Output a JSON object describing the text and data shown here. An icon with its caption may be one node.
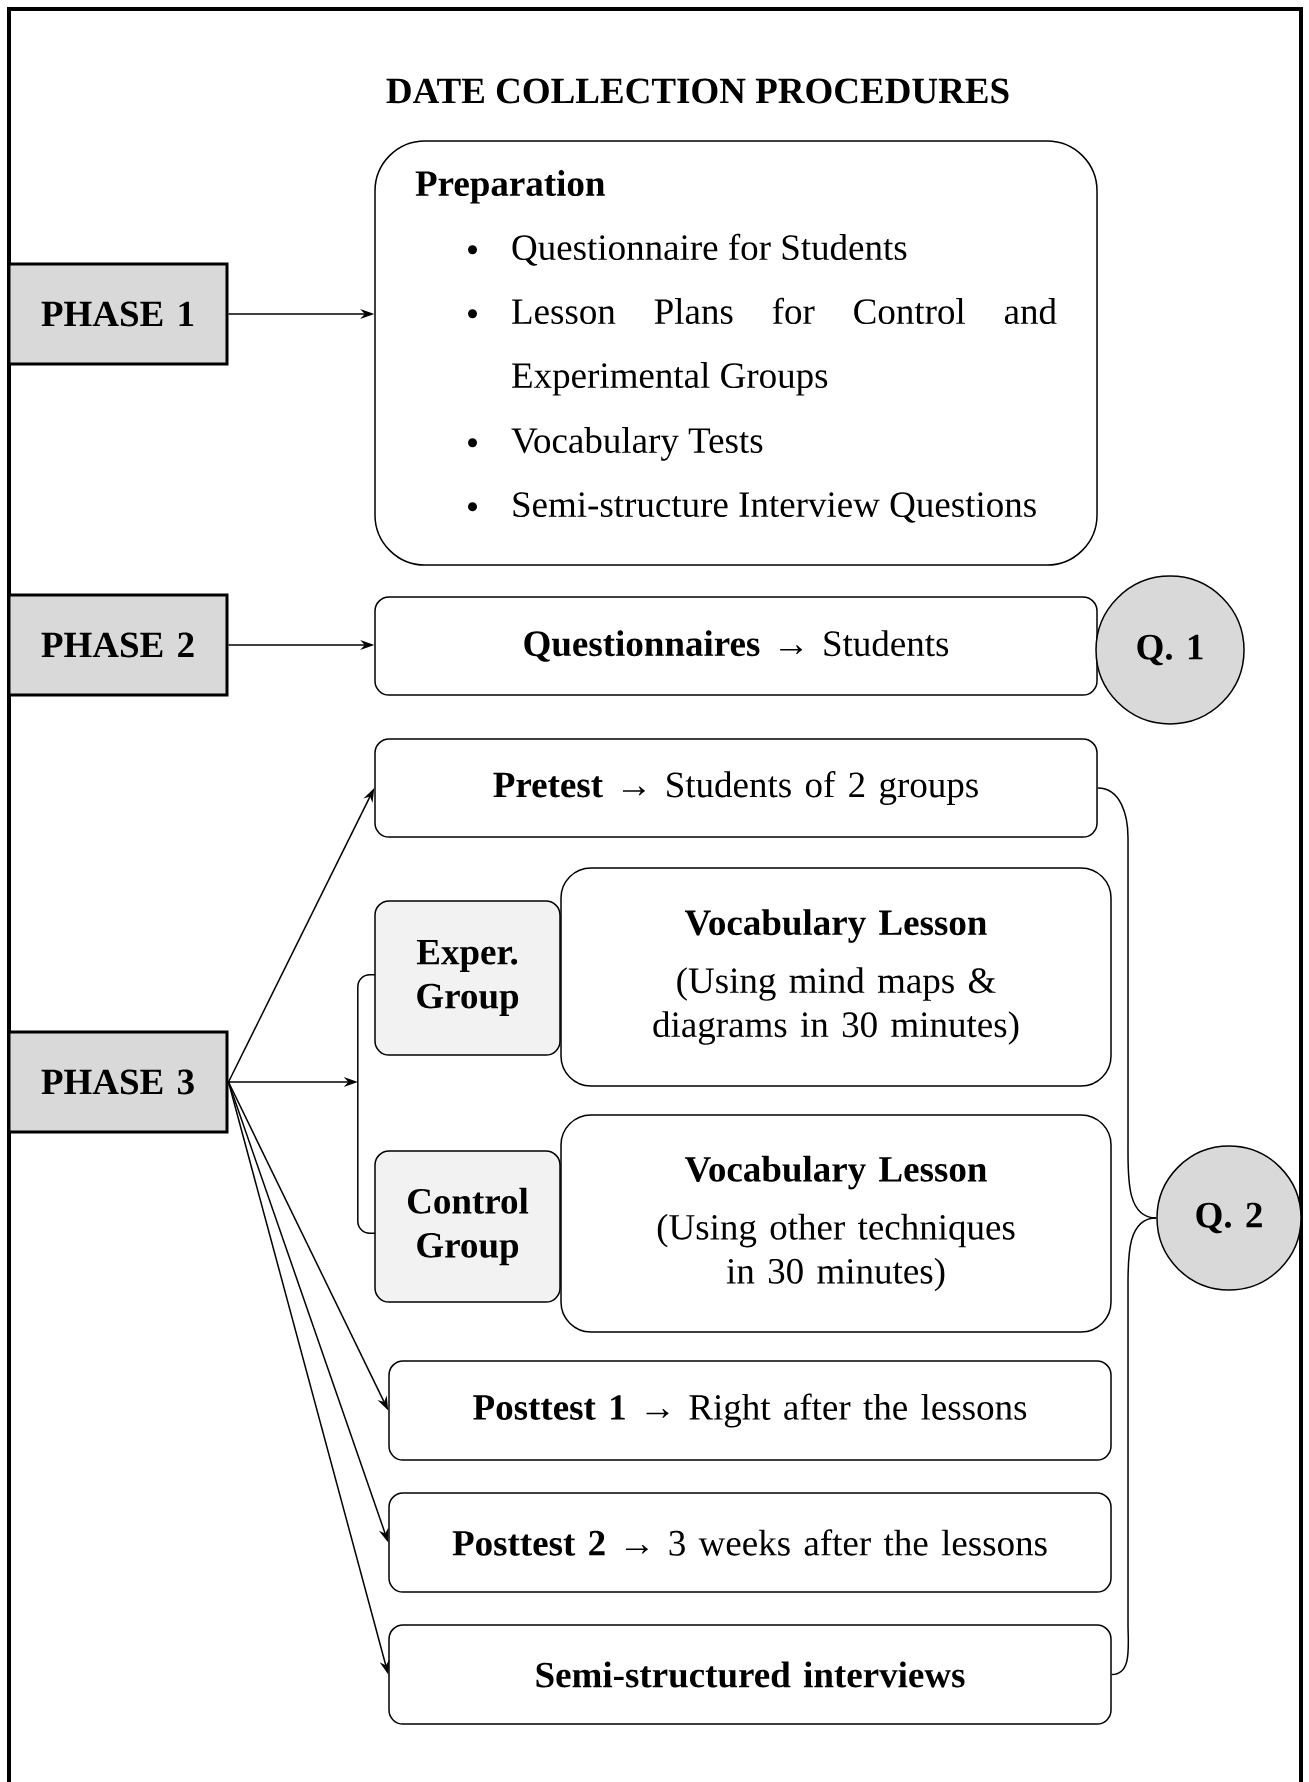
{
  "diagram": {
    "title": "DATE COLLECTION PROCEDURES",
    "nodes": [
      {
        "text": [
          "PHASE 1"
        ]
      },
      {
        "text": [
          "Preparation",
          "Questionnaire for Students",
          "Lesson Plans for Control and Experimental Groups",
          "Vocabulary Tests",
          "Semi-structure Interview Questions"
        ]
      },
      {
        "text": [
          "PHASE 2"
        ]
      },
      {
        "text": [
          "**Questionnaires** → Students"
        ]
      },
      {
        "text": [
          "Q. 1"
        ]
      },
      {
        "text": [
          "PHASE 3"
        ]
      },
      {
        "text": [
          "**Pretest** → Students of 2 groups"
        ]
      },
      {
        "text": [],
        "shape": "bracket"
      },
      {
        "text": [
          "Exper. Group"
        ]
      },
      {
        "text": [
          "Vocabulary Lesson",
          "(Using mind maps & diagrams in 30 minutes)"
        ]
      },
      {
        "text": [
          "Control Group"
        ]
      },
      {
        "text": [
          "Vocabulary Lesson",
          "(Using other techniques in 30 minutes)"
        ]
      },
      {
        "text": [
          "**Posttest 1** → Right after the lessons"
        ]
      },
      {
        "text": [
          "**Posttest 2** → 3 weeks after the lessons"
        ]
      },
      {
        "text": [
          "Semi-structured interviews"
        ]
      },
      {
        "text": [
          "Q. 2"
        ]
      }
    ],
    "edges": [
      {
        "from": 0,
        "to": 1,
        "arrow": "to"
      },
      {
        "from": 2,
        "to": 3,
        "arrow": "to"
      },
      {
        "from": 5,
        "to": 6,
        "arrow": "to"
      },
      {
        "from": 5,
        "to": 7,
        "arrow": "to"
      },
      {
        "from": 5,
        "to": 12,
        "arrow": "to"
      },
      {
        "from": 5,
        "to": 13,
        "arrow": "to"
      },
      {
        "from": 5,
        "to": 14,
        "arrow": "to"
      },
      {
        "from": 6,
        "to": 15,
        "arrow": "none"
      },
      {
        "from": 14,
        "to": 15,
        "arrow": "none"
      }
    ]
  }
}
